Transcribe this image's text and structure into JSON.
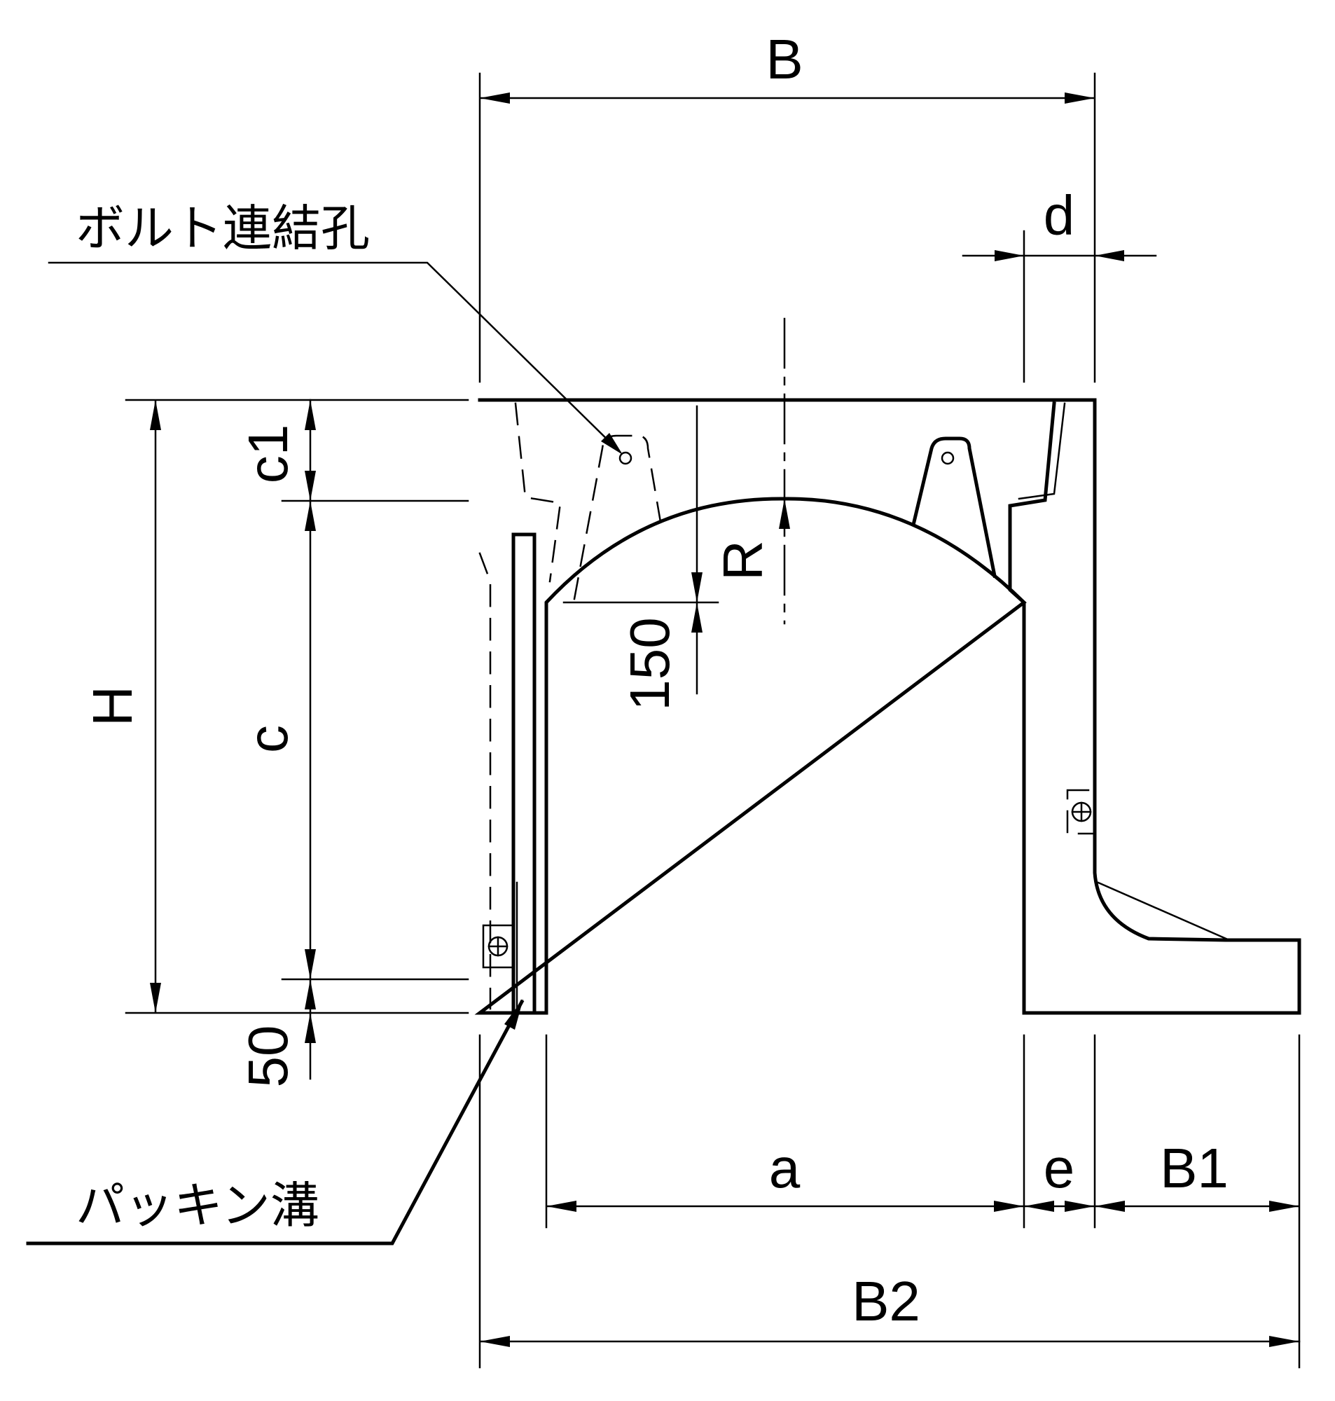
{
  "diagram": {
    "dimension_labels": {
      "B": "B",
      "d": "d",
      "H": "H",
      "c1": "c1",
      "c": "c",
      "R": "R",
      "r150": "150",
      "r50": "50",
      "a": "a",
      "e": "e",
      "B1": "B1",
      "B2": "B2"
    },
    "notes": {
      "bolt_hole": "ボルト連結孔",
      "packing_groove": "パッキン溝"
    }
  }
}
